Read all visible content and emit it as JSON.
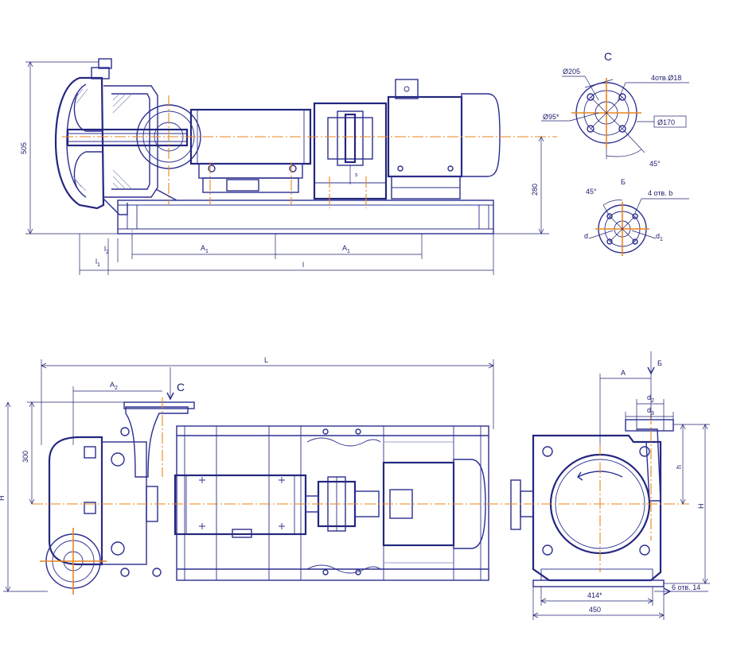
{
  "side_view": {
    "dim_height_total": "505",
    "dim_height_axis": "280",
    "dim_a1_left": "A",
    "dim_a1_right": "A",
    "dim_a1_sub": "1",
    "dim_l": "l",
    "dim_l1": "l",
    "dim_l1_sub": "1",
    "dim_l2": "l",
    "dim_l2_sub": "2",
    "dim_s": "s"
  },
  "flange_c": {
    "title": "C",
    "d205": "Ø205",
    "holes": "4отв.Ø18",
    "d95": "Ø95*",
    "d170": "Ø170",
    "angle": "45°"
  },
  "flange_b": {
    "title": "Б",
    "angle": "45°",
    "holes": "4 отв. b",
    "d": "d",
    "d1": "d",
    "d1_sub": "1"
  },
  "plan_view": {
    "dim_L": "L",
    "dim_a2": "A",
    "dim_a2_sub": "2",
    "view_c": "C",
    "dim_300": "300",
    "dim_h": "H"
  },
  "end_view": {
    "dim_a": "A",
    "view_b": "Б",
    "dim_d2": "d",
    "dim_d2_sub": "2",
    "dim_d3": "d",
    "dim_d3_sub": "3",
    "dim_h": "h",
    "dim_h_total": "H",
    "dim_414": "414*",
    "dim_450": "450",
    "holes_base": "6 отв. 14"
  }
}
